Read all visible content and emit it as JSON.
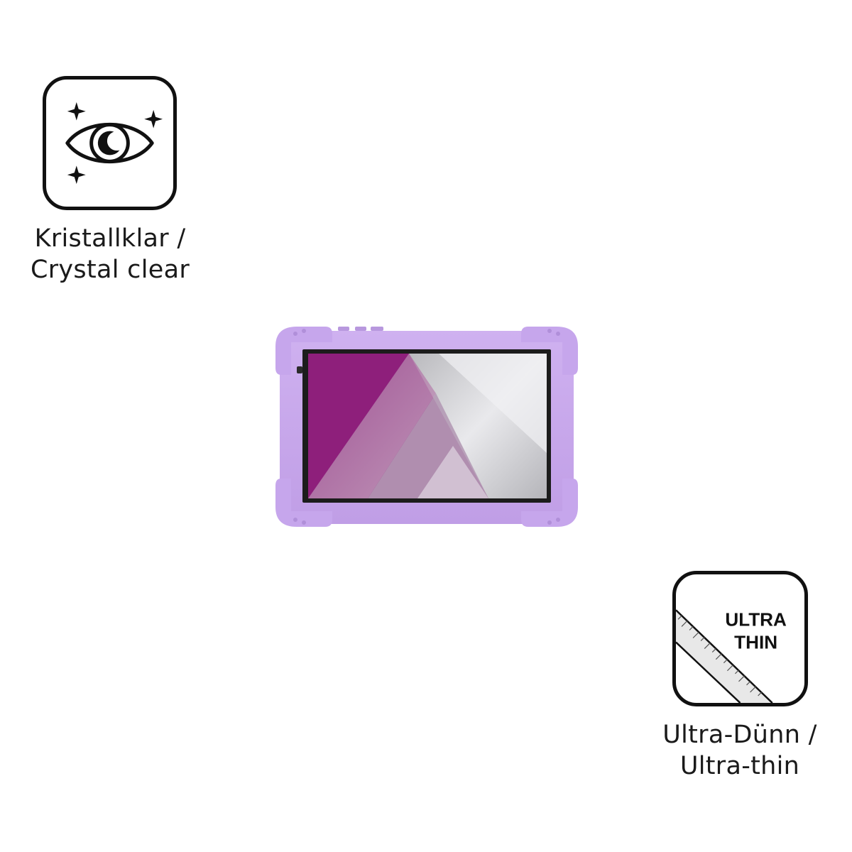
{
  "features": {
    "crystal_clear": {
      "icon": "sparkling-eye-icon",
      "caption_line1": "Kristallklar /",
      "caption_line2": "Crystal clear"
    },
    "ultra_thin": {
      "icon": "ruler-thin-glass-icon",
      "badge_line1": "ULTRA",
      "badge_line2": "THIN",
      "caption_line1": "Ultra-Dünn /",
      "caption_line2": "Ultra-thin"
    }
  },
  "product": {
    "icon": "kids-tablet-purple-bumper-case",
    "case_color": "#c9a8ec",
    "screen_accent": "#8c1f7a"
  }
}
